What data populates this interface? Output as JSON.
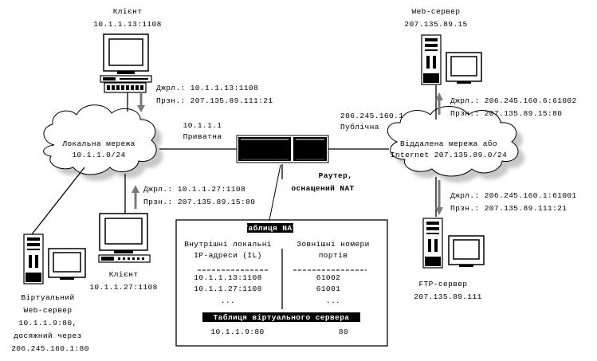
{
  "client_top": {
    "label": "Клієнт",
    "address": "10.1.1.13:1108"
  },
  "client_top_packet": {
    "src": "Джрл.: 10.1.1.13:1108",
    "dst": "Прзн.: 207.135.89.111:21"
  },
  "local_net": {
    "line1": "Локальна мережа",
    "line2": "10.1.1.0/24"
  },
  "private_if": {
    "address": "10.1.1.1",
    "label": "Приватна"
  },
  "public_if": {
    "address": "206.245.160.1",
    "label": "Публічна"
  },
  "router": {
    "line1": "Раутер,",
    "line2": "оснащений NAT"
  },
  "remote_net": {
    "line1": "Віддалена мережа або",
    "line2": "Internet 207.135.89.0/24"
  },
  "web_server": {
    "label": "Web-сервер",
    "address": "207.135.89.15"
  },
  "web_packet": {
    "src": "Джрл.: 206.245.160.6:61002",
    "dst": "Прзн.: 207.135.89.15:80"
  },
  "ftp_packet": {
    "src": "Джрл.: 206.245.160.1:61001",
    "dst": "Прзн.: 207.135.89.111:21"
  },
  "ftp_server": {
    "label": "FTP-сервер",
    "address": "207.135.89.111"
  },
  "client_bottom_packet": {
    "src": "Джрл.: 10.1.1.27:1108",
    "dst": "Прзн.: 207.135.89.15:80"
  },
  "client_bottom": {
    "label": "Клієнт",
    "address": "10.1.1.27:1108"
  },
  "virtual_server": {
    "line1": "Віртуальний",
    "line2": "Web-сервер",
    "line3": "10.1.1.9:80,",
    "line4": "досяжний через",
    "line5": "206.245.160.1:80"
  },
  "nat_table": {
    "title": "Таблиця NAT",
    "col_left_h1": "Внутрішні локальні",
    "col_left_h2": "IP-адреси (IL)",
    "col_right_h1": "Зовнішні номери",
    "col_right_h2": "портів",
    "rows": [
      {
        "left": "10.1.1.13:1108",
        "right": "61002"
      },
      {
        "left": "10.1.1.27:1108",
        "right": "61001"
      },
      {
        "left": "...",
        "right": "..."
      }
    ],
    "virtual_title": "Таблиця віртуального сервера",
    "virtual_row": {
      "left": "10.1.1.9:80",
      "right": "80"
    }
  }
}
